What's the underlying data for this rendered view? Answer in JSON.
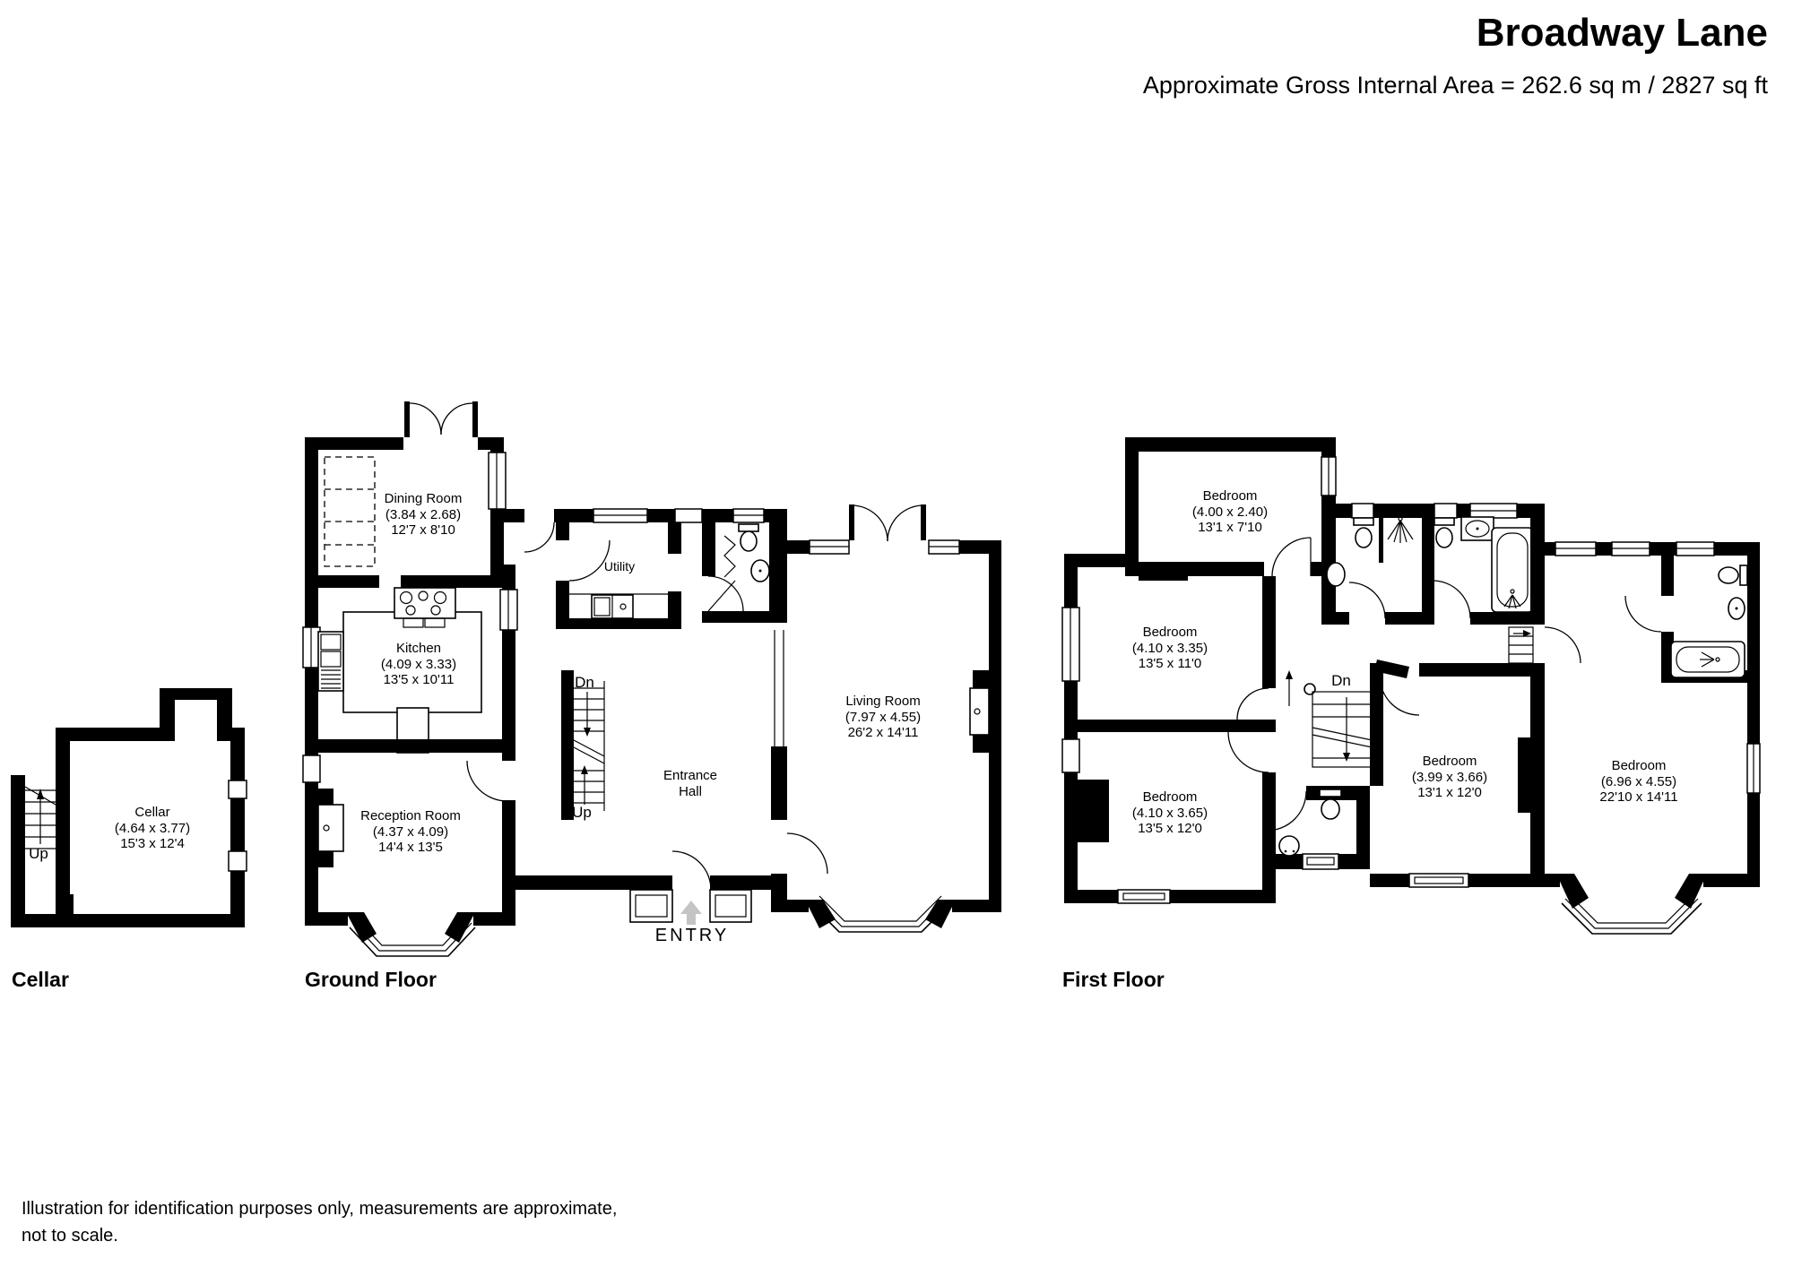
{
  "header": {
    "title": "Broadway Lane",
    "subtitle": "Approximate Gross Internal Area = 262.6 sq m / 2827 sq ft"
  },
  "floors": [
    {
      "id": "cellar",
      "label": "Cellar",
      "rooms": [
        {
          "name": "Cellar",
          "metric": "(4.64 x 3.77)",
          "imperial": "15'3 x 12'4"
        }
      ]
    },
    {
      "id": "ground",
      "label": "Ground Floor",
      "rooms": [
        {
          "name": "Dining Room",
          "metric": "(3.84 x 2.68)",
          "imperial": "12'7 x 8'10"
        },
        {
          "name": "Kitchen",
          "metric": "(4.09 x 3.33)",
          "imperial": "13'5 x 10'11"
        },
        {
          "name": "Utility",
          "metric": "",
          "imperial": ""
        },
        {
          "name": "Reception Room",
          "metric": "(4.37 x 4.09)",
          "imperial": "14'4 x 13'5"
        },
        {
          "name": "Entrance Hall",
          "metric": "",
          "imperial": ""
        },
        {
          "name": "Living Room",
          "metric": "(7.97 x 4.55)",
          "imperial": "26'2 x 14'11"
        }
      ]
    },
    {
      "id": "first",
      "label": "First Floor",
      "rooms": [
        {
          "name": "Bedroom",
          "metric": "(4.00 x 2.40)",
          "imperial": "13'1 x 7'10"
        },
        {
          "name": "Bedroom",
          "metric": "(4.10 x 3.35)",
          "imperial": "13'5 x 11'0"
        },
        {
          "name": "Bedroom",
          "metric": "(4.10 x 3.65)",
          "imperial": "13'5 x 12'0"
        },
        {
          "name": "Bedroom",
          "metric": "(3.99 x 3.66)",
          "imperial": "13'1 x 12'0"
        },
        {
          "name": "Bedroom",
          "metric": "(6.96 x 4.55)",
          "imperial": "22'10 x 14'11"
        }
      ]
    }
  ],
  "annotations": {
    "cellar_up": "Up",
    "ground_dn": "Dn",
    "ground_up": "Up",
    "entry": "ENTRY",
    "first_dn": "Dn"
  },
  "disclaimer": {
    "line1": "Illustration for identification purposes only, measurements are approximate,",
    "line2": "not to scale."
  }
}
